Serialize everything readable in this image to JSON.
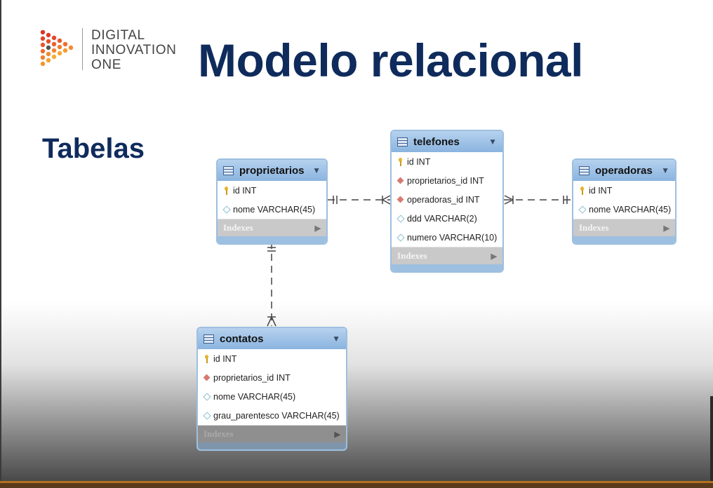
{
  "logo": {
    "lines": [
      "DIGITAL",
      "INNOVATION",
      "ONE"
    ]
  },
  "title": "Modelo relacional",
  "section": "Tabelas",
  "tables": {
    "proprietarios": {
      "name": "proprietarios",
      "columns": [
        {
          "text": "id INT",
          "kind": "pk"
        },
        {
          "text": "nome VARCHAR(45)",
          "kind": "col"
        }
      ],
      "indexes": "Indexes"
    },
    "telefones": {
      "name": "telefones",
      "columns": [
        {
          "text": "id INT",
          "kind": "pk"
        },
        {
          "text": "proprietarios_id INT",
          "kind": "fk"
        },
        {
          "text": "operadoras_id INT",
          "kind": "fk"
        },
        {
          "text": "ddd VARCHAR(2)",
          "kind": "col"
        },
        {
          "text": "numero VARCHAR(10)",
          "kind": "col"
        }
      ],
      "indexes": "Indexes"
    },
    "operadoras": {
      "name": "operadoras",
      "columns": [
        {
          "text": "id INT",
          "kind": "pk"
        },
        {
          "text": "nome VARCHAR(45)",
          "kind": "col"
        }
      ],
      "indexes": "Indexes"
    },
    "contatos": {
      "name": "contatos",
      "columns": [
        {
          "text": "id INT",
          "kind": "pk"
        },
        {
          "text": "proprietarios_id INT",
          "kind": "fk"
        },
        {
          "text": "nome VARCHAR(45)",
          "kind": "col"
        },
        {
          "text": "grau_parentesco VARCHAR(45)",
          "kind": "col"
        }
      ],
      "indexes": "Indexes"
    }
  },
  "relationships": [
    {
      "from": "proprietarios",
      "to": "telefones",
      "type": "one-to-many"
    },
    {
      "from": "operadoras",
      "to": "telefones",
      "type": "one-to-many"
    },
    {
      "from": "proprietarios",
      "to": "contatos",
      "type": "one-to-many"
    }
  ],
  "colors": {
    "title": "#0f2b5c",
    "table_header": "#8ab4df",
    "table_border": "#9dbfe0",
    "indexes_bar": "#c9c9c9",
    "bottom_bar": "#b3701f"
  }
}
